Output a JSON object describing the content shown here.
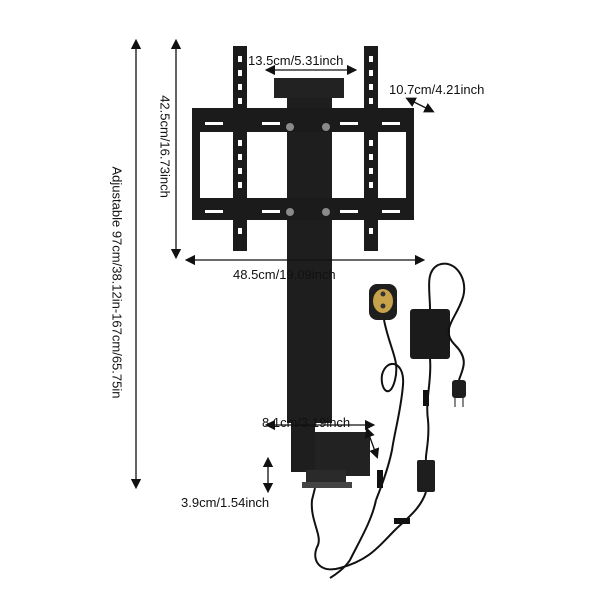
{
  "product": {
    "description_colors": {
      "metal": "#1b1b1b",
      "bolt": "#8a8a8a",
      "remote": "#c7a24a",
      "background": "#ffffff"
    }
  },
  "dimensions": {
    "bracket_width": "13.5cm/5.31inch",
    "depth": "10.7cm/4.21inch",
    "mount_height": "42.5cm/16.73inch",
    "adjustable_height": "Adjustable 97cm/38.12in-167cm/65.75in",
    "mount_width": "48.5cm/19.09inch",
    "motor_width": "8.1cm/3.19inch",
    "base_height": "3.9cm/1.54inch"
  }
}
